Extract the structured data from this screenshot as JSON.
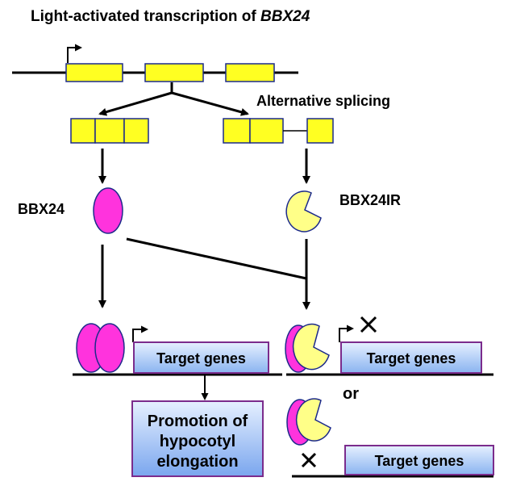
{
  "title": {
    "prefix": "Light-activated transcription of ",
    "gene": "BBX24"
  },
  "splicing_label": "Alternative splicing",
  "proteins": {
    "full": "BBX24",
    "truncated": "BBX24IR"
  },
  "target_genes_label": "Target genes",
  "outcome": {
    "line1": "Promotion of",
    "line2": "hypocotyl",
    "line3": "elongation"
  },
  "or_label": "or",
  "colors": {
    "exon_fill": "#ffff22",
    "exon_stroke": "#1c2a8a",
    "bbx24_fill": "#ff33dd",
    "bbx24ir_fill": "#ffff88",
    "box_stroke": "#7b2c8c",
    "box_top": "#e6f0ff",
    "box_bottom": "#8ab4f0"
  }
}
